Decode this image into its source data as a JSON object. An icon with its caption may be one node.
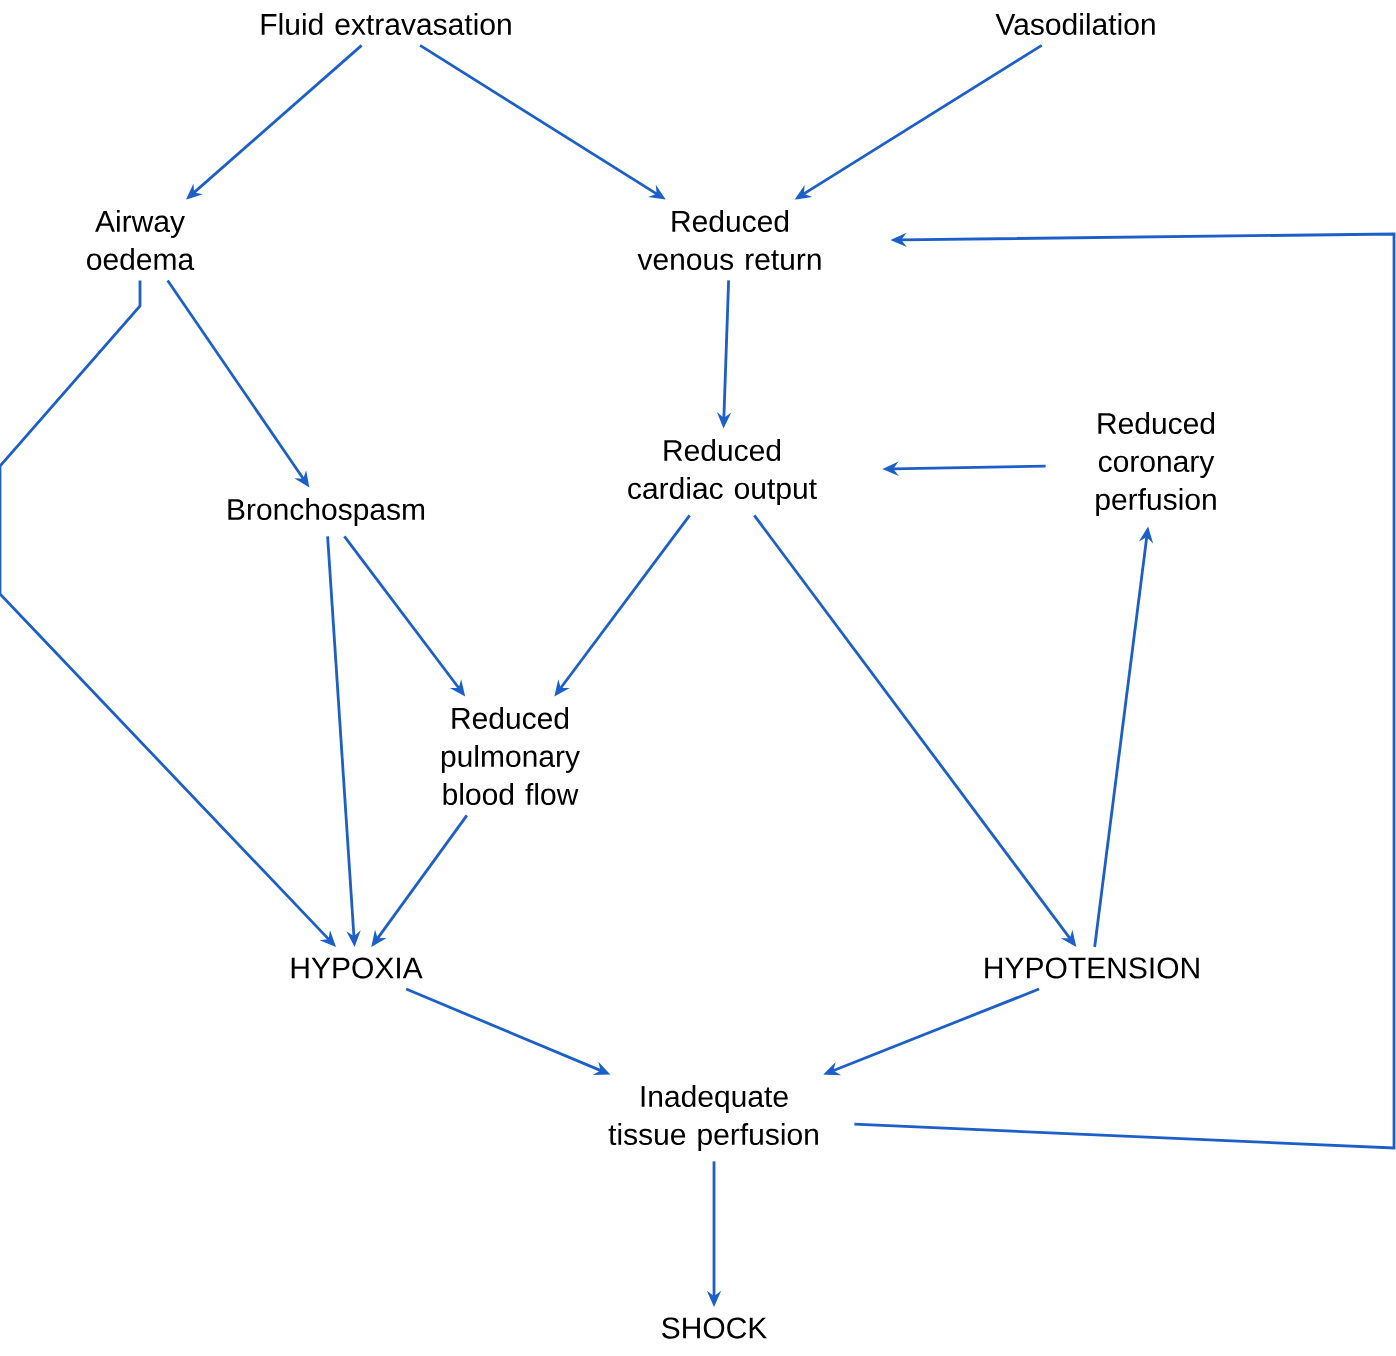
{
  "diagram": {
    "nodes": [
      {
        "text": [
          "Fluid extravasation"
        ]
      },
      {
        "text": [
          "Vasodilation"
        ]
      },
      {
        "text": [
          "Airway oedema"
        ]
      },
      {
        "text": [
          "Reduced venous return"
        ]
      },
      {
        "text": [
          "Bronchospasm"
        ]
      },
      {
        "text": [
          "Reduced cardiac output"
        ]
      },
      {
        "text": [
          "Reduced coronary perfusion"
        ]
      },
      {
        "text": [
          "Reduced pulmonary blood flow"
        ]
      },
      {
        "text": [
          "HYPOXIA"
        ]
      },
      {
        "text": [
          "HYPOTENSION"
        ]
      },
      {
        "text": [
          "Inadequate tissue perfusion"
        ]
      },
      {
        "text": [
          "SHOCK"
        ]
      }
    ],
    "edges": [
      {
        "from": 0,
        "to": 2,
        "arrow": "to"
      },
      {
        "from": 0,
        "to": 3,
        "arrow": "to"
      },
      {
        "from": 1,
        "to": 3,
        "arrow": "to"
      },
      {
        "from": 3,
        "to": 5,
        "arrow": "to"
      },
      {
        "from": 2,
        "to": 4,
        "arrow": "to"
      },
      {
        "from": 2,
        "to": 8,
        "arrow": "to"
      },
      {
        "from": 4,
        "to": 8,
        "arrow": "to"
      },
      {
        "from": 4,
        "to": 7,
        "arrow": "to"
      },
      {
        "from": 5,
        "to": 7,
        "arrow": "to"
      },
      {
        "from": 5,
        "to": 9,
        "arrow": "to"
      },
      {
        "from": 6,
        "to": 5,
        "arrow": "to"
      },
      {
        "from": 9,
        "to": 6,
        "arrow": "to"
      },
      {
        "from": 7,
        "to": 8,
        "arrow": "to"
      },
      {
        "from": 8,
        "to": 10,
        "arrow": "to"
      },
      {
        "from": 9,
        "to": 10,
        "arrow": "to"
      },
      {
        "from": 10,
        "to": 11,
        "arrow": "to"
      },
      {
        "from": 10,
        "to": 3,
        "arrow": "to"
      }
    ]
  }
}
